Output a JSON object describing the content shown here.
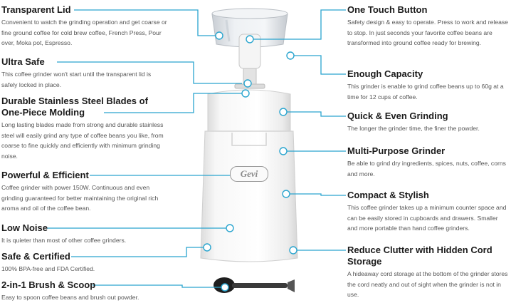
{
  "brand_logo": "Gevi",
  "accent_color": "#2aa5cf",
  "features_left": [
    {
      "title": "Transparent Lid",
      "desc": "Convenient to watch the grinding operation and get coarse or fine ground coffee for cold brew coffee, French Press, Pour over, Moka pot, Espresso."
    },
    {
      "title": "Ultra Safe",
      "desc": "This coffee grinder won't start until the transparent lid is safely locked in place."
    },
    {
      "title": "Durable Stainless Steel Blades of One-Piece Molding",
      "desc": "Long lasting blades made from strong and durable stainless steel will easily grind any type of coffee beans you like, from coarse to fine quickly and efficiently with minimum grinding noise."
    },
    {
      "title": "Powerful & Efficient",
      "desc": "Coffee grinder with power 150W. Continuous and even grinding guaranteed for better maintaining the original rich aroma and oil of the coffee bean."
    },
    {
      "title": "Low Noise",
      "desc": "It is quieter than most of other coffee grinders."
    },
    {
      "title": "Safe & Certified",
      "desc": "100% BPA-free and FDA Certified."
    },
    {
      "title": "2-in-1 Brush & Scoop",
      "desc": "Easy to spoon coffee beans and brush out powder."
    }
  ],
  "features_right": [
    {
      "title": "One Touch Button",
      "desc": "Safety design & easy to operate. Press to work and release to stop. In just seconds your favorite coffee beans are transformed into ground coffee ready for brewing."
    },
    {
      "title": "Enough Capacity",
      "desc": "This grinder is enable to grind coffee beans up to 60g at a time for 12 cups of coffee."
    },
    {
      "title": "Quick & Even Grinding",
      "desc": "The longer the grinder time, the finer the powder."
    },
    {
      "title": "Multi-Purpose Grinder",
      "desc": "Be able to grind dry ingredients, spices, nuts, coffee, corns and more."
    },
    {
      "title": "Compact & Stylish",
      "desc": "This coffee grinder takes up a minimum counter space and can be easily stored in cupboards and drawers. Smaller and more portable than hand coffee grinders."
    },
    {
      "title": "Reduce Clutter with Hidden Cord Storage",
      "desc": "A hideaway cord storage at the bottom of the grinder stores the cord neatly and out of sight when the grinder is not in use."
    }
  ]
}
